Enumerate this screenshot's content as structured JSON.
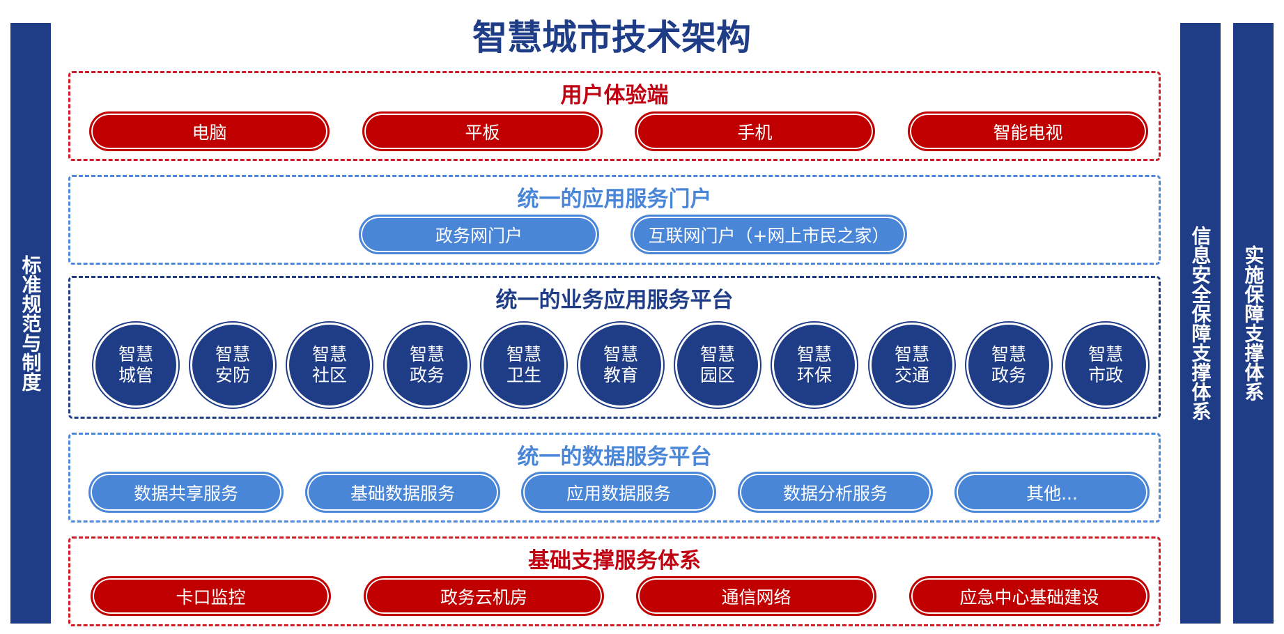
{
  "title": "智慧城市技术架构",
  "left_bar": "标准规范与制度",
  "right_bars": [
    "信息安全保障支撑体系",
    "实施保障支撑体系"
  ],
  "layers": {
    "user": {
      "title": "用户体验端",
      "items": [
        "电脑",
        "平板",
        "手机",
        "智能电视"
      ]
    },
    "portal": {
      "title": "统一的应用服务门户",
      "items": [
        "政务网门户",
        "互联网门户（+网上市民之家）"
      ]
    },
    "business": {
      "title": "统一的业务应用服务平台",
      "items": [
        {
          "line1": "智慧",
          "line2": "城管"
        },
        {
          "line1": "智慧",
          "line2": "安防"
        },
        {
          "line1": "智慧",
          "line2": "社区"
        },
        {
          "line1": "智慧",
          "line2": "政务"
        },
        {
          "line1": "智慧",
          "line2": "卫生"
        },
        {
          "line1": "智慧",
          "line2": "教育"
        },
        {
          "line1": "智慧",
          "line2": "园区"
        },
        {
          "line1": "智慧",
          "line2": "环保"
        },
        {
          "line1": "智慧",
          "line2": "交通"
        },
        {
          "line1": "智慧",
          "line2": "政务"
        },
        {
          "line1": "智慧",
          "line2": "市政"
        }
      ]
    },
    "data": {
      "title": "统一的数据服务平台",
      "items": [
        "数据共享服务",
        "基础数据服务",
        "应用数据服务",
        "数据分析服务",
        "其他..."
      ]
    },
    "infra": {
      "title": "基础支撑服务体系",
      "items": [
        "卡口监控",
        "政务云机房",
        "通信网络",
        "应急中心基础建设"
      ]
    }
  },
  "colors": {
    "navy": "#1f3d87",
    "red": "#c00000",
    "blue": "#4a86d8",
    "dashed_red": "#d11b27",
    "dashed_blue": "#4f88da"
  }
}
